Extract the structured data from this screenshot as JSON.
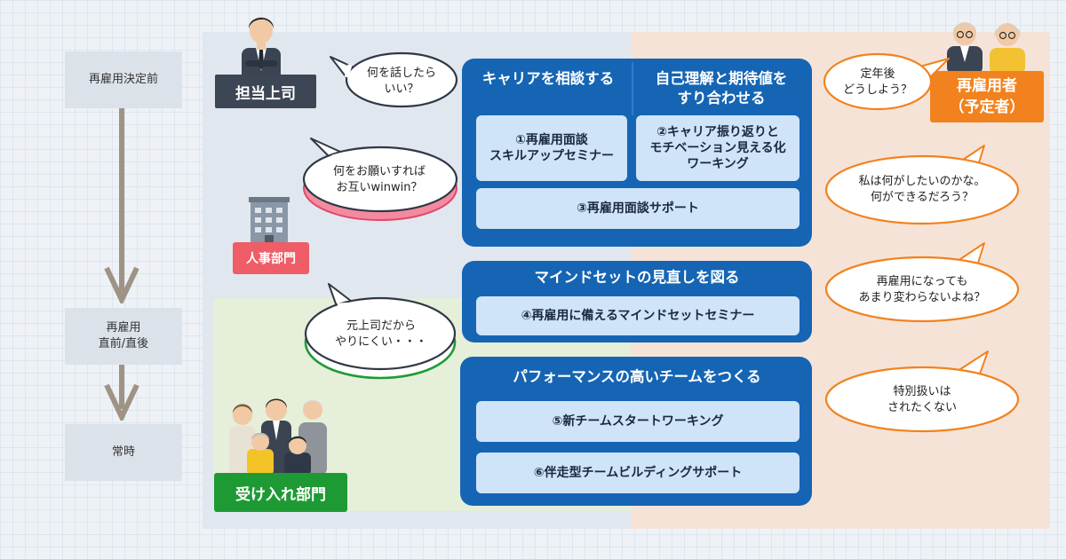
{
  "stages": [
    {
      "lines": [
        "再雇用決定前"
      ]
    },
    {
      "lines": [
        "再雇用",
        "直前/直後"
      ]
    },
    {
      "lines": [
        "常時"
      ]
    }
  ],
  "roles": {
    "boss": "担当上司",
    "hr": "人事部門",
    "receiving": "受け入れ部門",
    "employee": [
      "再雇用者",
      "（予定者）"
    ]
  },
  "bubbles_left": [
    {
      "lines": [
        "何を話したら",
        "いい？"
      ]
    },
    {
      "lines": [
        "何をお願いすれば",
        "お互いwinwin？"
      ]
    },
    {
      "lines": [
        "元上司だから",
        "やりにくい・・・"
      ]
    }
  ],
  "bubbles_right": [
    {
      "lines": [
        "定年後",
        "どうしよう？"
      ]
    },
    {
      "lines": [
        "私は何がしたいのかな。",
        "何ができるだろう？"
      ]
    },
    {
      "lines": [
        "再雇用になっても",
        "あまり変わらないよね？"
      ]
    },
    {
      "lines": [
        "特別扱いは",
        "されたくない"
      ]
    }
  ],
  "blocks": {
    "career_title": "キャリアを相談する",
    "self_title": [
      "自己理解と期待値を",
      "すり合わせる"
    ],
    "item1": [
      "①再雇用面談",
      "スキルアップセミナー"
    ],
    "item2": [
      "②キャリア振り返りと",
      "モチベーション見える化",
      "ワーキング"
    ],
    "item3": "③再雇用面談サポート",
    "mindset_title": "マインドセットの見直しを図る",
    "item4": "④再雇用に備えるマインドセットセミナー",
    "team_title": "パフォーマンスの高いチームをつくる",
    "item5": "⑤新チームスタートワーキング",
    "item6": "⑥伴走型チームビルディングサポート"
  },
  "colors": {
    "navy_box": "#1565b4",
    "item_fill": "#cfe4f8",
    "boss": "#3c4654",
    "hr": "#ef5d67",
    "receiving": "#1e9a34",
    "employee": "#f2821d"
  }
}
